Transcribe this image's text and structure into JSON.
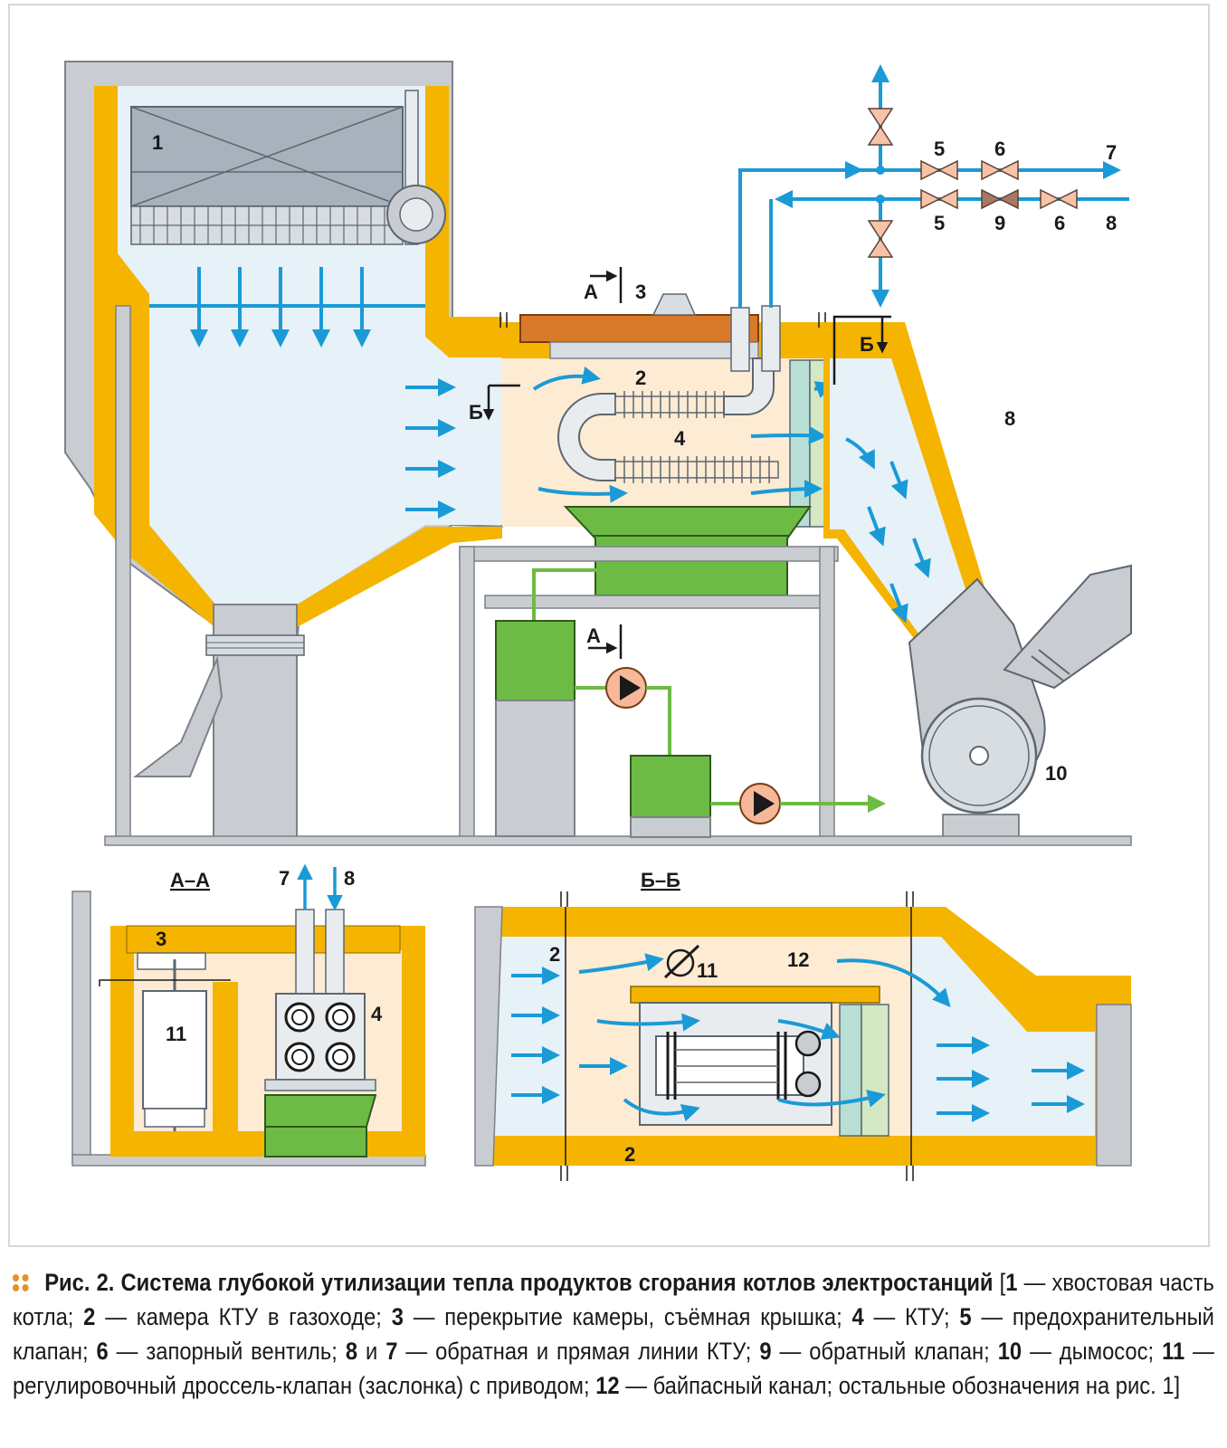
{
  "labels": {
    "n1": "1",
    "n2": "2",
    "n3": "3",
    "n4": "4",
    "n5a": "5",
    "n5b": "5",
    "n6a": "6",
    "n6b": "6",
    "n7": "7",
    "n8": "8",
    "n8b": "8",
    "n9": "9",
    "n10": "10",
    "secA": "А",
    "secA2": "А",
    "secB": "Б",
    "secB2": "Б"
  },
  "section_aa": {
    "title": "А–А",
    "n3": "3",
    "n4": "4",
    "n7": "7",
    "n8": "8",
    "n11": "11"
  },
  "section_bb": {
    "title": "Б–Б",
    "n2a": "2",
    "n2b": "2",
    "n11": "11",
    "n12": "12"
  },
  "caption": {
    "fig": "Рис. 2.",
    "title": "Система глубокой утилизации тепла продуктов сгорания котлов электростанций",
    "open": " [",
    "k1": "1",
    "d1": " — хвостовая часть котла; ",
    "k2": "2",
    "d2": " — камера КТУ в газоходе; ",
    "k3": "3",
    "d3": " — перекрытие камеры, съёмная крышка; ",
    "k4": "4",
    "d4": " — КТУ; ",
    "k5": "5",
    "d5": " — предохранительный клапан; ",
    "k6": "6",
    "d6": " — запорный вентиль; ",
    "k8": "8",
    "and": " и ",
    "k7": "7",
    "d7": " — обратная и прямая линии КТУ; ",
    "k9": "9",
    "d9": " — обратный клапан; ",
    "k10": "10",
    "d10": " — дымосос; ",
    "k11": "11",
    "d11": " — регулировочный дроссель-клапан (заслонка) с приводом; ",
    "k12": "12",
    "d12": " — байпасный канал; остальные обозначения на рис. 1]"
  },
  "colors": {
    "insulation": "#f5b400",
    "gas": "#e6f1f8",
    "chamber": "#fdebd3",
    "steel": "#c9ccd0",
    "pipe": "#1a9ad6",
    "green": "#6dbb45",
    "lid": "#d97a2a",
    "valve": "#f6c3a8",
    "pump": "#f7b89a"
  }
}
